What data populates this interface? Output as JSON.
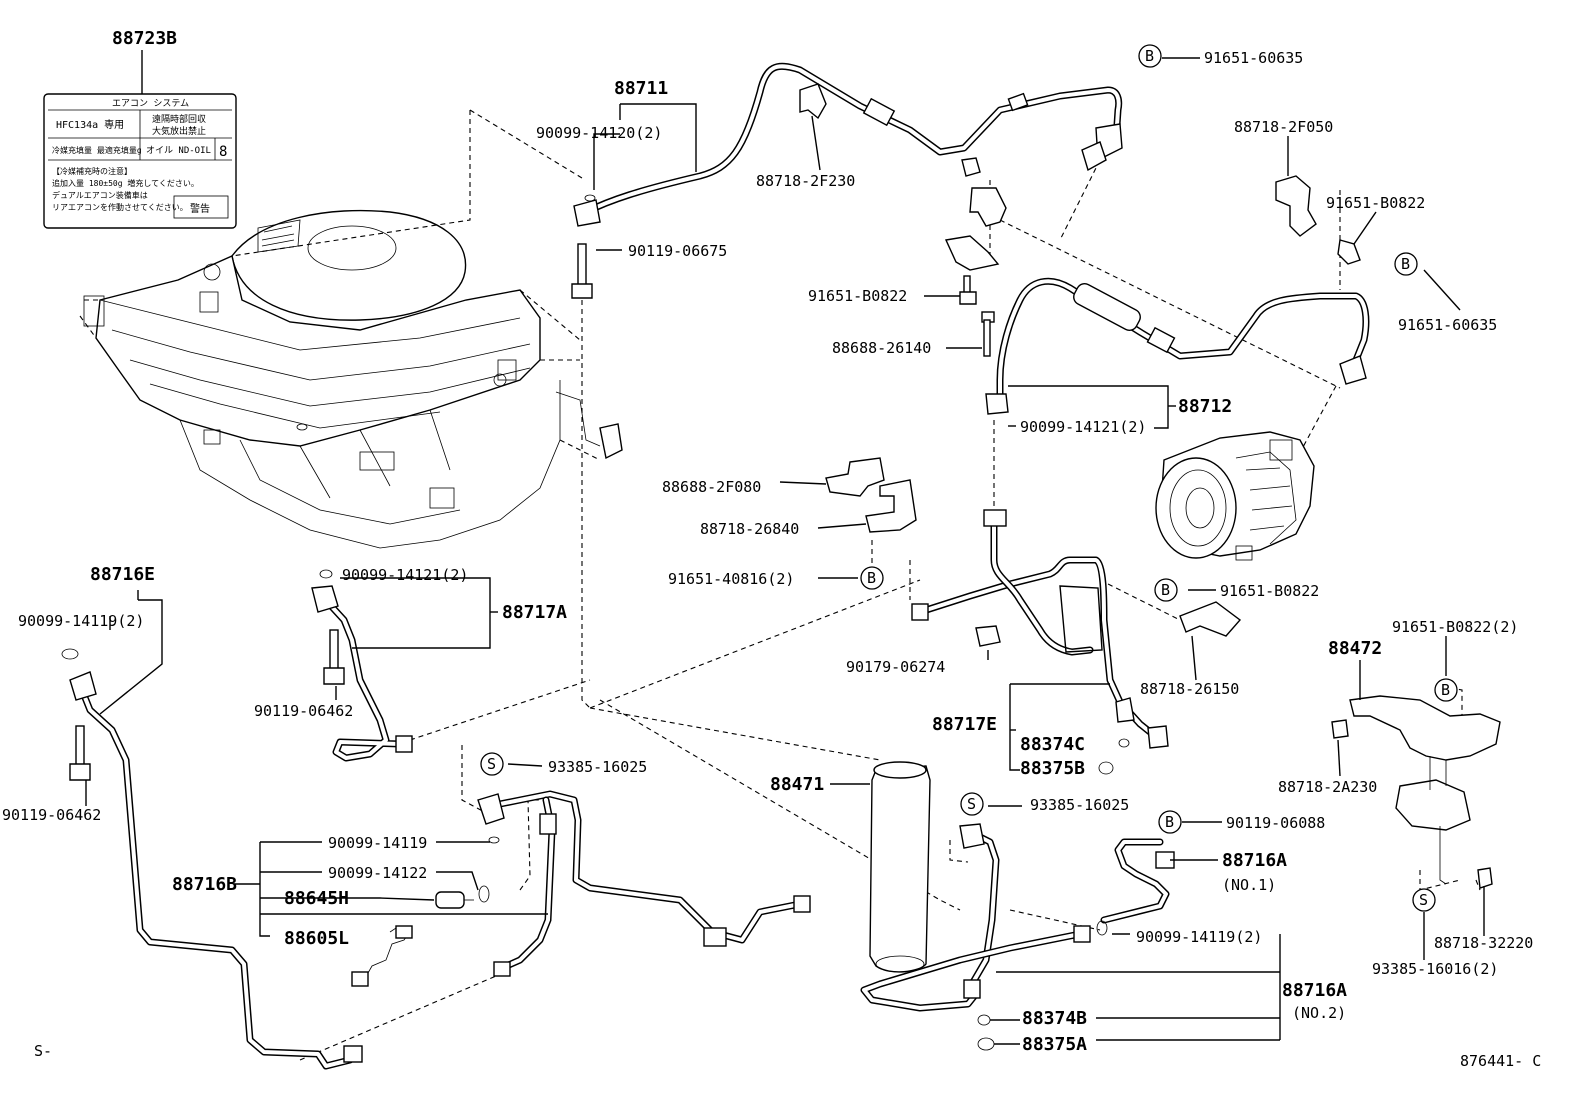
{
  "label_card": {
    "part_number": "88723B",
    "header": "エアコン システム",
    "rows": [
      [
        "HFC134a 専用",
        "",
        "遠隔時部回収\n大気放出禁止"
      ],
      [
        "冷媒充填量 最適充填量g",
        "",
        "オイル ND-OIL 8"
      ],
      [
        "【冷媒補充時の注意】",
        "",
        ""
      ],
      [
        "追加入量 180±50g 増充してください。",
        "",
        ""
      ],
      [
        "デュアルエアコン装備車は",
        "",
        ""
      ],
      [
        "リアエアコンを作動させてください。",
        "",
        "警告"
      ]
    ],
    "r1c1": "HFC134a 専用",
    "r1c2a": "遠隔時部回収",
    "r1c2b": "大気放出禁止",
    "r2c1": "冷媒充填量 最適充填量g",
    "r2c2": "オイル ND-OIL",
    "r2c3": "8",
    "r3": "【冷媒補充時の注意】",
    "r4": "追加入量 180±50g 増充してください。",
    "r5": "デュアルエアコン装備車は",
    "r6": "リアエアコンを作動させてください。",
    "r6b": "警告"
  },
  "callouts": {
    "c88711": "88711",
    "c90099_14120": "90099-14120(2)",
    "c88718_2F230": "88718-2F230",
    "c90119_06675": "90119-06675",
    "c91651_60635_top": "91651-60635",
    "c88718_2F050": "88718-2F050",
    "c91651_B0822_right": "91651-B0822",
    "c91651_60635_right": "91651-60635",
    "c91651_B0822_mid": "91651-B0822",
    "c88688_26140": "88688-26140",
    "c88712": "88712",
    "c90099_14121_mid": "90099-14121(2)",
    "c88688_2F080": "88688-2F080",
    "c88718_26840": "88718-26840",
    "c91651_40816": "91651-40816(2)",
    "c91651_B0822_low": "91651-B0822",
    "c88716E": "88716E",
    "c90099_14119_left": "90099-14119(2)",
    "c90119_06462_left": "90119-06462",
    "c90099_14121_left": "90099-14121(2)",
    "c88717A": "88717A",
    "c90119_06462_mid": "90119-06462",
    "c90179_06274": "90179-06274",
    "c88718_26150": "88718-26150",
    "c88472": "88472",
    "c91651_B0822_2": "91651-B0822(2)",
    "c88717E": "88717E",
    "c88374C": "88374C",
    "c88375B": "88375B",
    "c88718_2A230": "88718-2A230",
    "c93385_16025_a": "93385-16025",
    "c88471": "88471",
    "c93385_16025_b": "93385-16025",
    "c90119_06088": "90119-06088",
    "c88716A_1": "88716A",
    "c88716A_1_sub": "(NO.1)",
    "c90099_14119_b": "90099-14119",
    "c90099_14122": "90099-14122",
    "c88716B": "88716B",
    "c88645H": "88645H",
    "c88605L": "88605L",
    "c90099_14119_r": "90099-14119(2)",
    "c88716A_2": "88716A",
    "c88716A_2_sub": "(NO.2)",
    "c88374B": "88374B",
    "c88375A": "88375A",
    "c88718_32220": "88718-32220",
    "c93385_16016": "93385-16016(2)",
    "marker_B": "B",
    "marker_S": "S"
  },
  "footer": {
    "left_mark": "S-",
    "ref_code": "876441- C"
  }
}
